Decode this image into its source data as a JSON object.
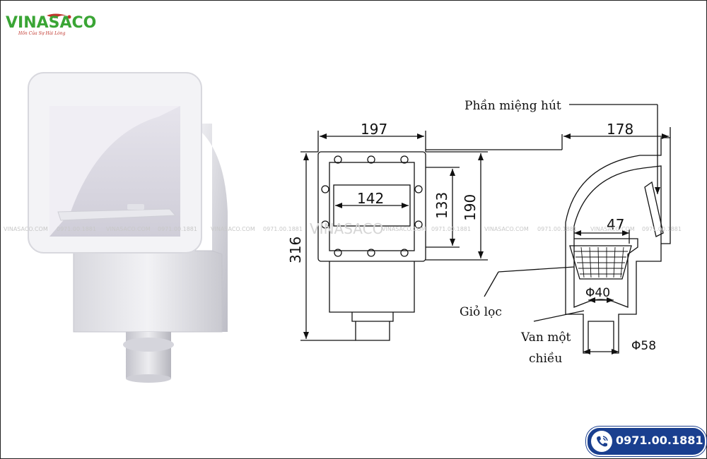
{
  "brand": {
    "name": "VINASACO",
    "tagline": "Hồn Của Sự Hài Lòng",
    "accent": "#3aa535",
    "accent2": "#c0342b"
  },
  "watermark": {
    "name": "VINASACO.COM",
    "phone": "0971.00.1881",
    "center": "VINASACO"
  },
  "dimensions": {
    "front_width": "197",
    "opening_width": "142",
    "opening_height": "133",
    "flange_height": "190",
    "total_height": "316",
    "side_depth": "178",
    "basket_depth": "47",
    "basket_diameter": "Φ40",
    "outlet_diameter": "Φ58"
  },
  "labels": {
    "mouth": "Phần miệng hút",
    "basket": "Giỏ lọc",
    "valve_line1": "Van một",
    "valve_line2": "chiều"
  },
  "hotline": {
    "number": "0971.00.1881",
    "color": "#1a3f8f",
    "icon": "phone-icon"
  }
}
